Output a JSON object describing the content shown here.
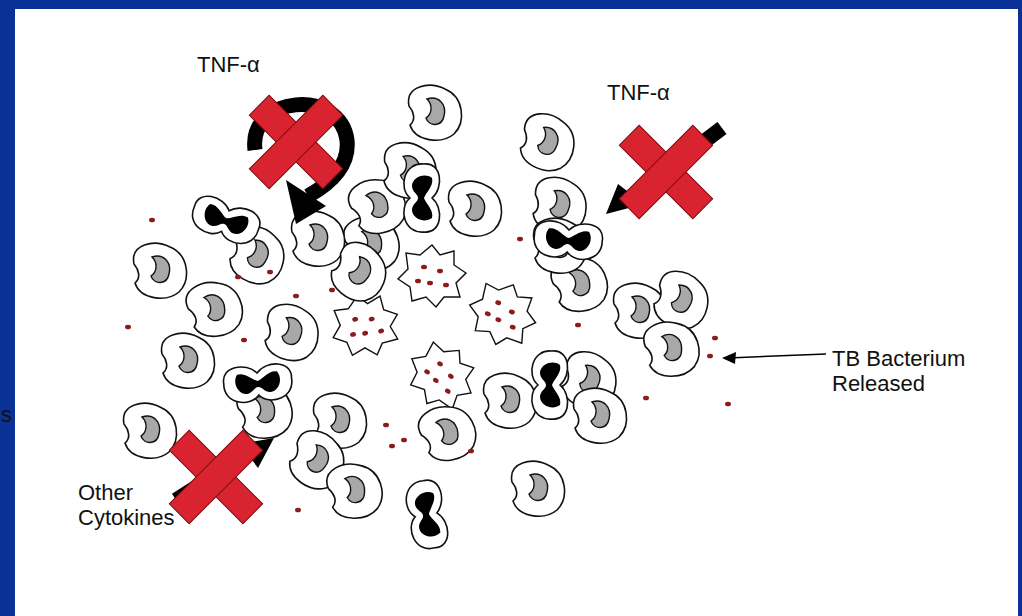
{
  "diagram": {
    "labels": [
      "TNF-α",
      "TNF-α",
      "Other Cytokines",
      "TB Bacterium Released",
      "s"
    ]
  }
}
